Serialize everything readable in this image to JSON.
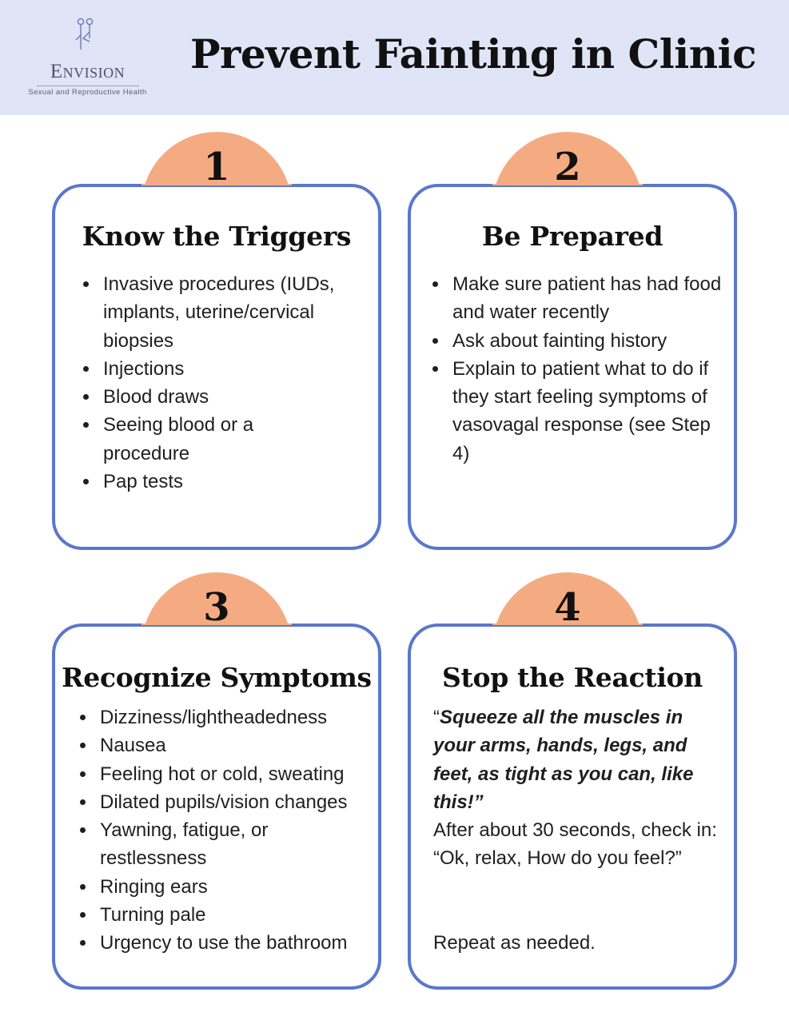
{
  "header": {
    "title": "Prevent Fainting in Clinic",
    "logo_name": "Envision",
    "logo_tagline": "Sexual and Reproductive Health"
  },
  "colors": {
    "header_bg": "#dfe4f6",
    "card_border": "#5b77cc",
    "badge": "#f5ab82"
  },
  "steps": [
    {
      "number": "1",
      "title": "Know the Triggers",
      "bullets": [
        "Invasive procedures (IUDs, implants, uterine/cervical biopsies",
        "Injections",
        "Blood draws",
        "Seeing blood or a procedure",
        "Pap tests"
      ]
    },
    {
      "number": "2",
      "title": "Be Prepared",
      "bullets": [
        "Make sure patient has had food and water recently",
        "Ask about fainting history",
        "Explain to patient what to do if they start feeling symptoms of vasovagal response (see Step 4)"
      ]
    },
    {
      "number": "3",
      "title": "Recognize Symptoms",
      "bullets": [
        "Dizziness/lightheadedness",
        "Nausea",
        "Feeling hot or cold, sweating",
        "Dilated pupils/vision changes",
        "Yawning, fatigue, or restlessness",
        "Ringing ears",
        "Turning pale",
        "Urgency to use the bathroom"
      ]
    },
    {
      "number": "4",
      "title": "Stop the Reaction",
      "quote_open": "“",
      "quote": "Squeeze all the muscles in your arms, hands, legs, and feet, as tight as you can, like this!”",
      "check_in": "After about 30 seconds, check in: “Ok, relax, How do you feel?”",
      "repeat": "Repeat as needed."
    }
  ]
}
